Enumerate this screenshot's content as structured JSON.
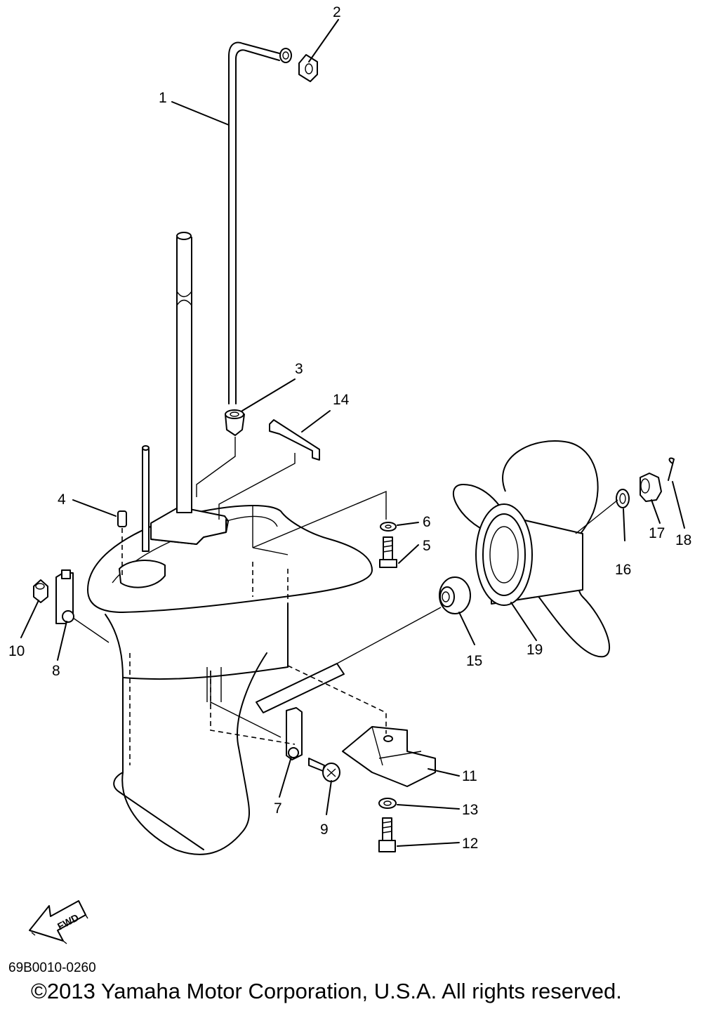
{
  "diagram": {
    "callouts": [
      "1",
      "2",
      "3",
      "4",
      "5",
      "6",
      "7",
      "8",
      "9",
      "10",
      "11",
      "12",
      "13",
      "14",
      "15",
      "16",
      "17",
      "18",
      "19"
    ],
    "direction_label": "FWD",
    "drawing_code": "69B0010-0260",
    "copyright": "©2013 Yamaha Motor Corporation, U.S.A. All rights reserved."
  }
}
